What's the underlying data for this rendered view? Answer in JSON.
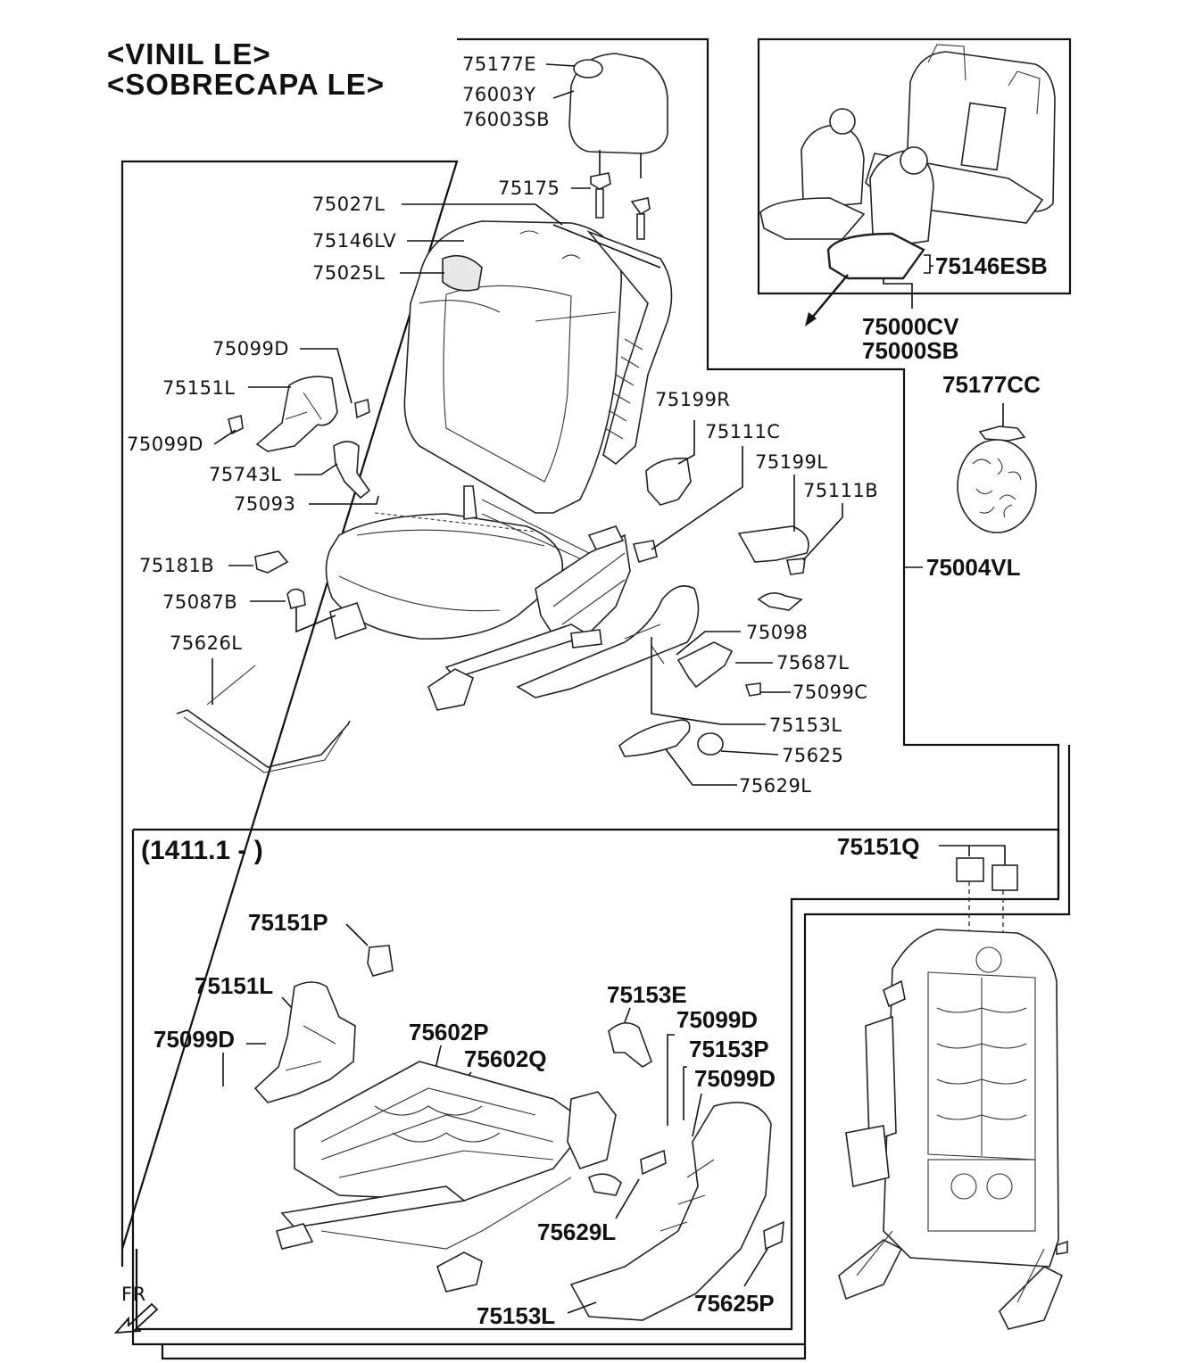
{
  "title": {
    "line1": "<VINIL LE>",
    "line2": "<SOBRECAPA LE>"
  },
  "direction": "FR",
  "variant_label": "(1411.1 - )",
  "labels": {
    "p75177E": "75177E",
    "p76003Y": "76003Y",
    "p76003SB": "76003SB",
    "p75175": "75175",
    "p75027L": "75027L",
    "p75146LV": "75146LV",
    "p75025L": "75025L",
    "p75099D_a": "75099D",
    "p75151L_a": "75151L",
    "p75099D_b": "75099D",
    "p75743L": "75743L",
    "p75093": "75093",
    "p75181B": "75181B",
    "p75087B": "75087B",
    "p75626L": "75626L",
    "p75199R": "75199R",
    "p75111C": "75111C",
    "p75199L": "75199L",
    "p75111B": "75111B",
    "p75098": "75098",
    "p75687L": "75687L",
    "p75099C": "75099C",
    "p75153L_a": "75153L",
    "p75625": "75625",
    "p75629L_a": "75629L",
    "p75146ESB": "75146ESB",
    "p75000CV": "75000CV",
    "p75000SB": "75000SB",
    "p75177CC": "75177CC",
    "p75004VL": "75004VL",
    "p75151Q": "75151Q",
    "p75151P": "75151P",
    "p75151L_b": "75151L",
    "p75099D_c": "75099D",
    "p75602P": "75602P",
    "p75602Q": "75602Q",
    "p75153E": "75153E",
    "p75099D_d": "75099D",
    "p75153P": "75153P",
    "p75099D_e": "75099D",
    "p75629L_b": "75629L",
    "p75153L_b": "75153L",
    "p75625P": "75625P"
  }
}
